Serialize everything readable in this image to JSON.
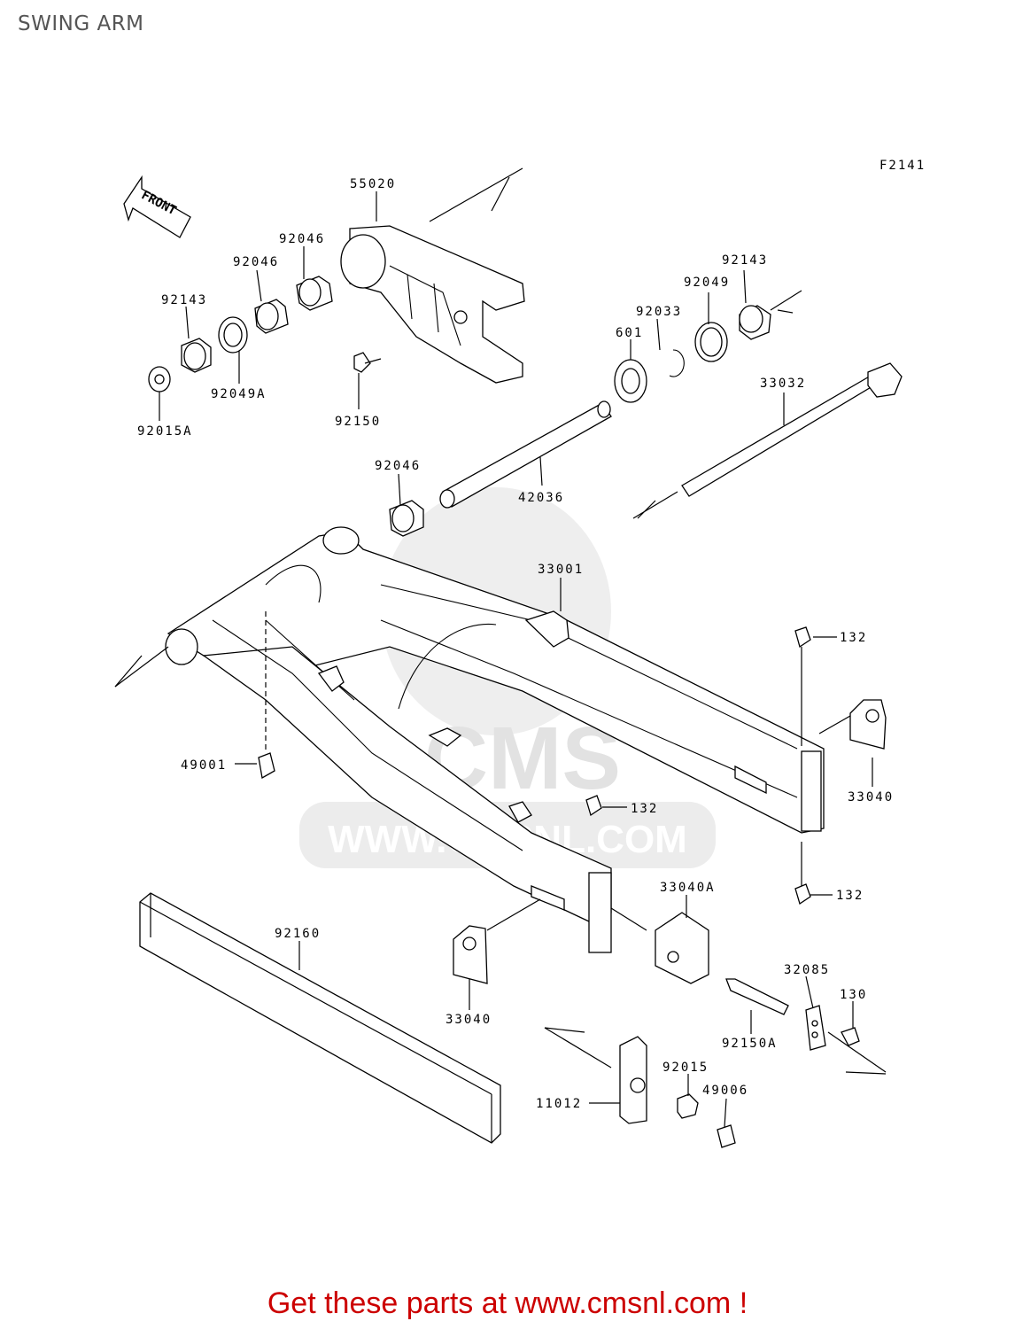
{
  "page": {
    "title": "SWING ARM"
  },
  "diagram": {
    "figure_code": "F2141",
    "front_label": "FRONT",
    "watermark": {
      "logo": "CMS",
      "url": "WWW.CMSNL.COM"
    },
    "parts": [
      {
        "id": "p55020",
        "label": "55020"
      },
      {
        "id": "p92046a",
        "label": "92046"
      },
      {
        "id": "p92046b",
        "label": "92046"
      },
      {
        "id": "p92143a",
        "label": "92143"
      },
      {
        "id": "p92049a",
        "label": "92049A"
      },
      {
        "id": "p92015a",
        "label": "92015A"
      },
      {
        "id": "p92150",
        "label": "92150"
      },
      {
        "id": "p92143b",
        "label": "92143"
      },
      {
        "id": "p92049",
        "label": "92049"
      },
      {
        "id": "p92033",
        "label": "92033"
      },
      {
        "id": "p601",
        "label": "601"
      },
      {
        "id": "p33032",
        "label": "33032"
      },
      {
        "id": "p92046c",
        "label": "92046"
      },
      {
        "id": "p42036",
        "label": "42036"
      },
      {
        "id": "p33001",
        "label": "33001"
      },
      {
        "id": "p132a",
        "label": "132"
      },
      {
        "id": "p33040a",
        "label": "33040"
      },
      {
        "id": "p49001",
        "label": "49001"
      },
      {
        "id": "p132b",
        "label": "132"
      },
      {
        "id": "p132c",
        "label": "132"
      },
      {
        "id": "p33040A",
        "label": "33040A"
      },
      {
        "id": "p92160",
        "label": "92160"
      },
      {
        "id": "p32085",
        "label": "32085"
      },
      {
        "id": "p130",
        "label": "130"
      },
      {
        "id": "p33040b",
        "label": "33040"
      },
      {
        "id": "p92150A",
        "label": "92150A"
      },
      {
        "id": "p92015",
        "label": "92015"
      },
      {
        "id": "p49006",
        "label": "49006"
      },
      {
        "id": "p11012",
        "label": "11012"
      }
    ]
  },
  "footer": {
    "text": "Get these parts at www.cmsnl.com !"
  }
}
